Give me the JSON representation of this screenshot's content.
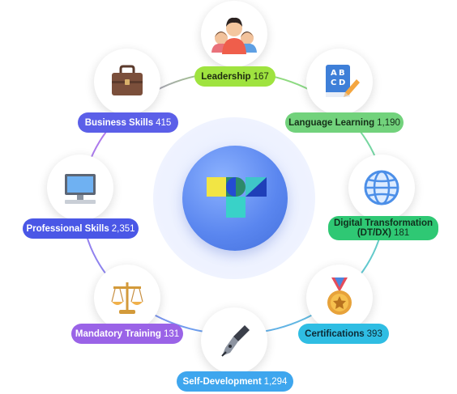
{
  "categories": [
    {
      "id": "leadership",
      "name": "Leadership",
      "count": "167",
      "color": "#9fe33f",
      "text": "#1d2a10",
      "icon": "people-icon"
    },
    {
      "id": "language",
      "name": "Language Learning",
      "count": "1,190",
      "color": "#72d27c",
      "text": "#163019",
      "icon": "book-icon"
    },
    {
      "id": "digital",
      "name": "Digital Transformation",
      "name2": "(DT/DX)",
      "count": "181",
      "color": "#2fc874",
      "text": "#10301d",
      "icon": "globe-icon"
    },
    {
      "id": "certifications",
      "name": "Certifications",
      "count": "393",
      "color": "#2fbde3",
      "text": "#0c2a36",
      "icon": "medal-icon"
    },
    {
      "id": "selfdev",
      "name": "Self-Development",
      "count": "1,294",
      "color": "#3ea6ee",
      "text": "#ffffff",
      "icon": "pen-icon"
    },
    {
      "id": "mandatory",
      "name": "Mandatory Training",
      "count": "131",
      "color": "#9a63e7",
      "text": "#ffffff",
      "icon": "scales-icon"
    },
    {
      "id": "professional",
      "name": "Professional Skills",
      "count": "2,351",
      "color": "#4a57e6",
      "text": "#ffffff",
      "icon": "computer-icon"
    },
    {
      "id": "business",
      "name": "Business Skills",
      "count": "415",
      "color": "#5b5fe8",
      "text": "#ffffff",
      "icon": "briefcase-icon"
    }
  ]
}
